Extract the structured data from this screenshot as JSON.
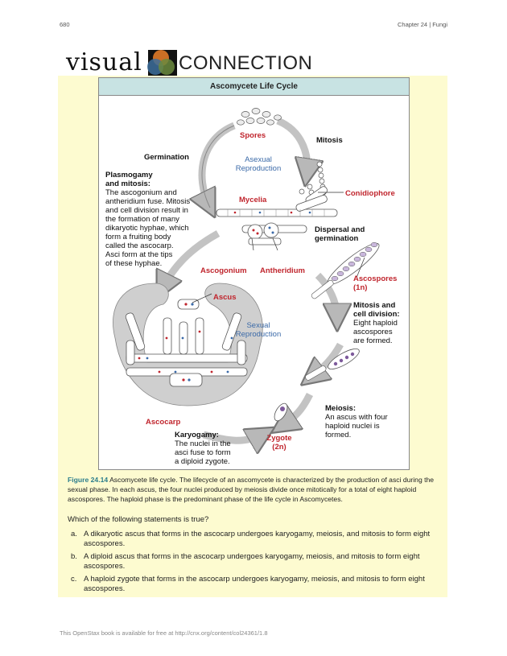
{
  "page": {
    "number": "680",
    "chapter": "Chapter 24 | Fungi",
    "footer": "This OpenStax book is available for free at http://cnx.org/content/col24361/1.8"
  },
  "banner": {
    "visual": "visual",
    "connection": "CONNECTION"
  },
  "figure": {
    "title": "Ascomycete Life Cycle",
    "labels": {
      "spores": "Spores",
      "mitosis": "Mitosis",
      "germination": "Germination",
      "asexual_1": "Asexual",
      "asexual_2": "Reproduction",
      "plasmogamy_title_1": "Plasmogamy",
      "plasmogamy_title_2": "and mitosis:",
      "plasmogamy_text": [
        "The ascogonium and",
        "antheridium fuse. Mitosis",
        "and cell division result in",
        "the formation of many",
        "dikaryotic hyphae, which",
        "form a fruiting body",
        "called the ascocarp.",
        "Asci form at the tips",
        "of these hyphae."
      ],
      "mycelia": "Mycelia",
      "conidiophore": "Conidiophore",
      "dispersal_1": "Dispersal and",
      "dispersal_2": "germination",
      "ascogonium": "Ascogonium",
      "antheridium": "Antheridium",
      "ascospores_1": "Ascospores",
      "ascospores_2": "(1n)",
      "ascus": "Ascus",
      "sexual_1": "Sexual",
      "sexual_2": "Reproduction",
      "mitosis_cd_1": "Mitosis and",
      "mitosis_cd_2": "cell division:",
      "mitosis_cd_text": [
        "Eight haploid",
        "ascospores",
        "are formed."
      ],
      "meiosis_title": "Meiosis:",
      "meiosis_text": [
        "An ascus with four",
        "haploid nuclei is",
        "formed."
      ],
      "ascocarp": "Ascocarp",
      "karyogamy_title": "Karyogamy:",
      "karyogamy_text": [
        "The nuclei in the",
        "asci fuse to form",
        "a diploid zygote."
      ],
      "zygote_1": "Zygote",
      "zygote_2": "(2n)"
    },
    "caption_label": "Figure 24.14",
    "caption_text": " Ascomycete life cycle. The lifecycle of an ascomycete is characterized by the production of asci during the sexual phase. In each ascus, the four nuclei produced by meiosis divide once mitotically for a total of eight haploid ascospores. The haploid phase is the predominant phase of the life cycle in Ascomycetes."
  },
  "question": {
    "prompt": "Which of the following statements is true?",
    "options": [
      {
        "letter": "a.",
        "text": "A dikaryotic ascus that forms in the ascocarp undergoes karyogamy, meiosis, and mitosis to form eight ascospores."
      },
      {
        "letter": "b.",
        "text": "A diploid ascus that forms in the ascocarp undergoes karyogamy, meiosis, and mitosis to form eight ascospores."
      },
      {
        "letter": "c.",
        "text": "A haploid zygote that forms in the ascocarp undergoes karyogamy, meiosis, and mitosis to form eight ascospores."
      }
    ]
  },
  "colors": {
    "red_label": "#c0252d",
    "blue_label": "#3b6aa8",
    "title_bar": "#c8e3e3",
    "panel": "#fdfbd0",
    "caption_accent": "#2c7d8c"
  }
}
